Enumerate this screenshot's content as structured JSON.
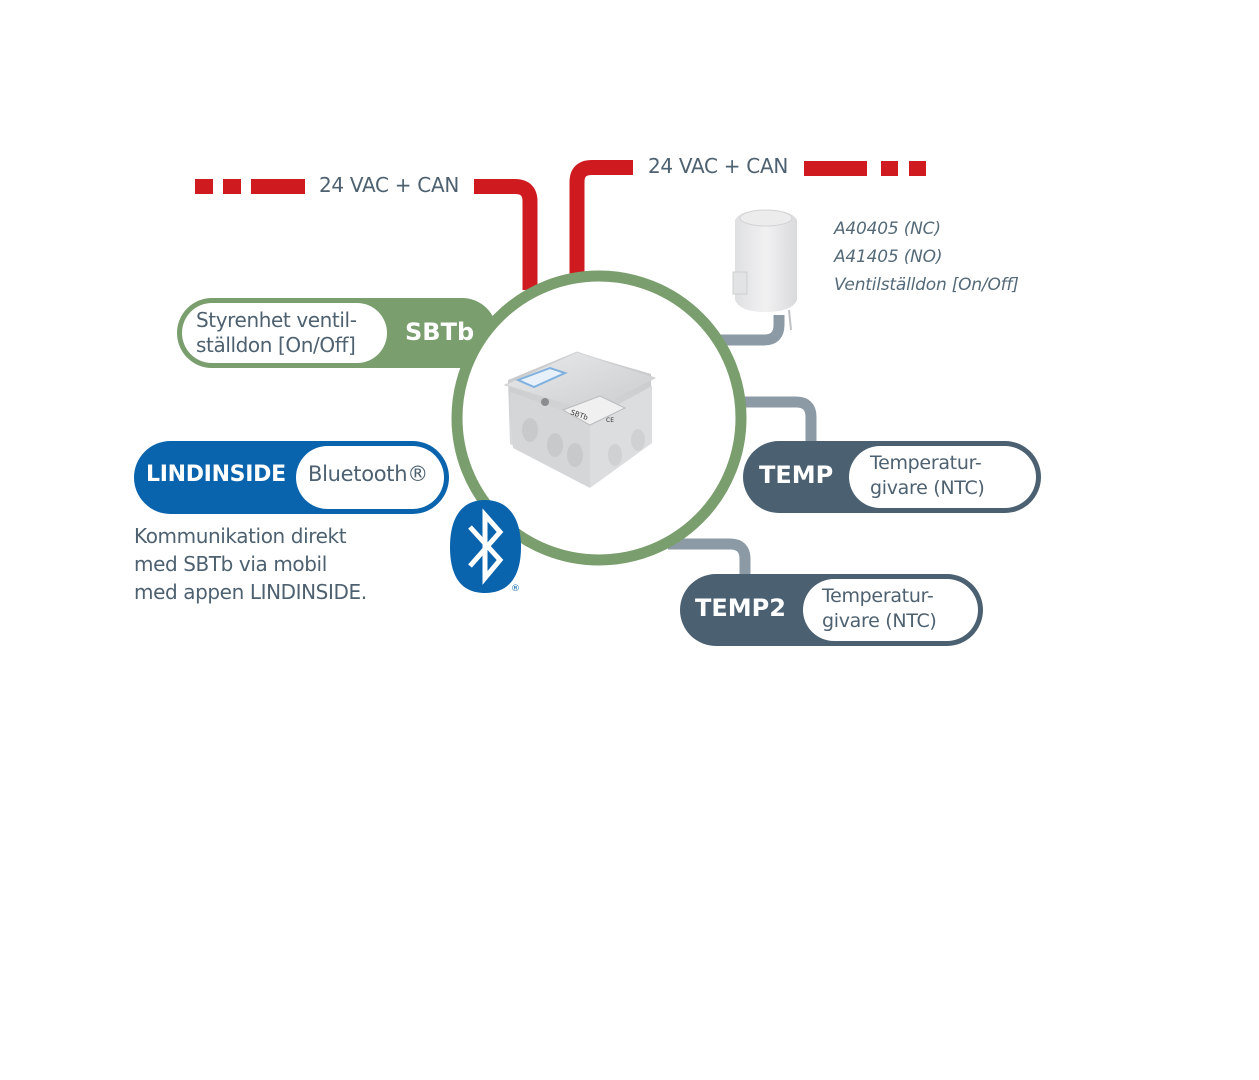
{
  "diagram": {
    "colors": {
      "bus": "#cf1a1f",
      "controller": "#7a9e6d",
      "sensor": "#4b6071",
      "sensor_wire": "#8c9aa6",
      "bluetooth": "#0a64ad",
      "text": "#4e6170"
    },
    "bus_left": {
      "label": "24 VAC + CAN",
      "icon": "dashed-line"
    },
    "bus_right": {
      "label": "24 VAC + CAN",
      "icon": "dashed-line"
    },
    "controller": {
      "name": "SBTb",
      "description_line1": "Styrenhet ventil-",
      "description_line2": "ställdon [On/Off]",
      "device_label": "SBTb",
      "device_mark": "CE"
    },
    "actuator": {
      "line1": "A40405 (NC)",
      "line2": "A41405 (NO)",
      "line3": "Ventilställdon [On/Off]",
      "icon": "valve-actuator"
    },
    "sensors": [
      {
        "name": "TEMP",
        "desc_line1": "Temperatur-",
        "desc_line2": "givare (NTC)"
      },
      {
        "name": "TEMP2",
        "desc_line1": "Temperatur-",
        "desc_line2": "givare (NTC)"
      }
    ],
    "bluetooth": {
      "name": "LINDINSIDE",
      "tag": "Bluetooth®",
      "registered_mark": "®",
      "desc_line1": "Kommunikation direkt",
      "desc_line2": "med SBTb via mobil",
      "desc_line3": "med appen LINDINSIDE.",
      "icon": "bluetooth-icon"
    }
  }
}
